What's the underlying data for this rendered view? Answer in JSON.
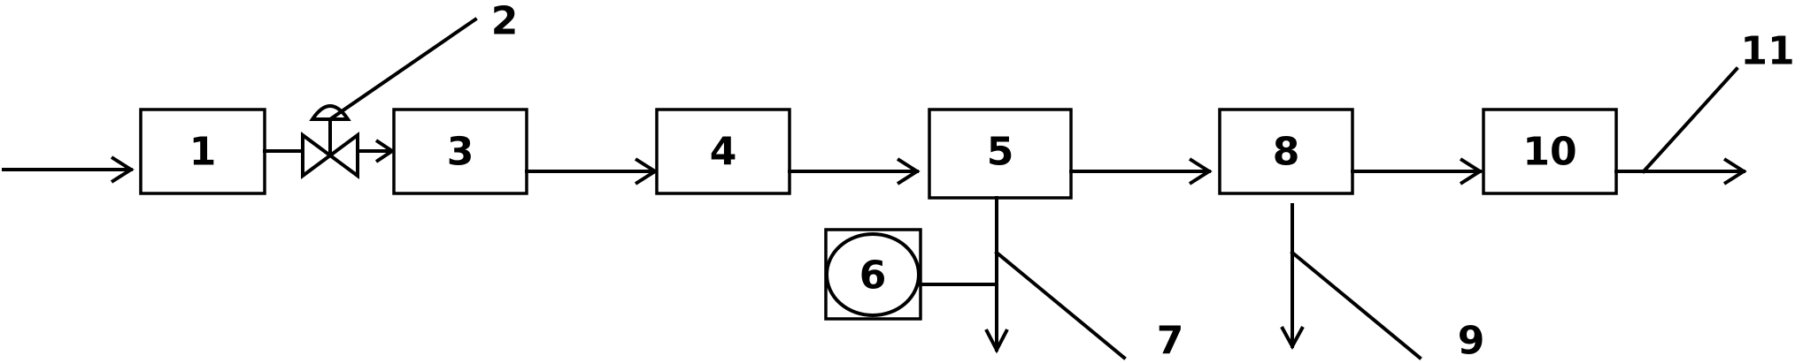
{
  "diagram": {
    "blocks": [
      {
        "id": "b1",
        "label": "1"
      },
      {
        "id": "b3",
        "label": "3"
      },
      {
        "id": "b4",
        "label": "4"
      },
      {
        "id": "b5",
        "label": "5"
      },
      {
        "id": "b8",
        "label": "8"
      },
      {
        "id": "b10",
        "label": "10"
      }
    ],
    "pump": {
      "label": "6"
    },
    "callouts": [
      {
        "id": "c2",
        "label": "2"
      },
      {
        "id": "c7",
        "label": "7"
      },
      {
        "id": "c9",
        "label": "9"
      },
      {
        "id": "c11",
        "label": "11"
      }
    ]
  }
}
